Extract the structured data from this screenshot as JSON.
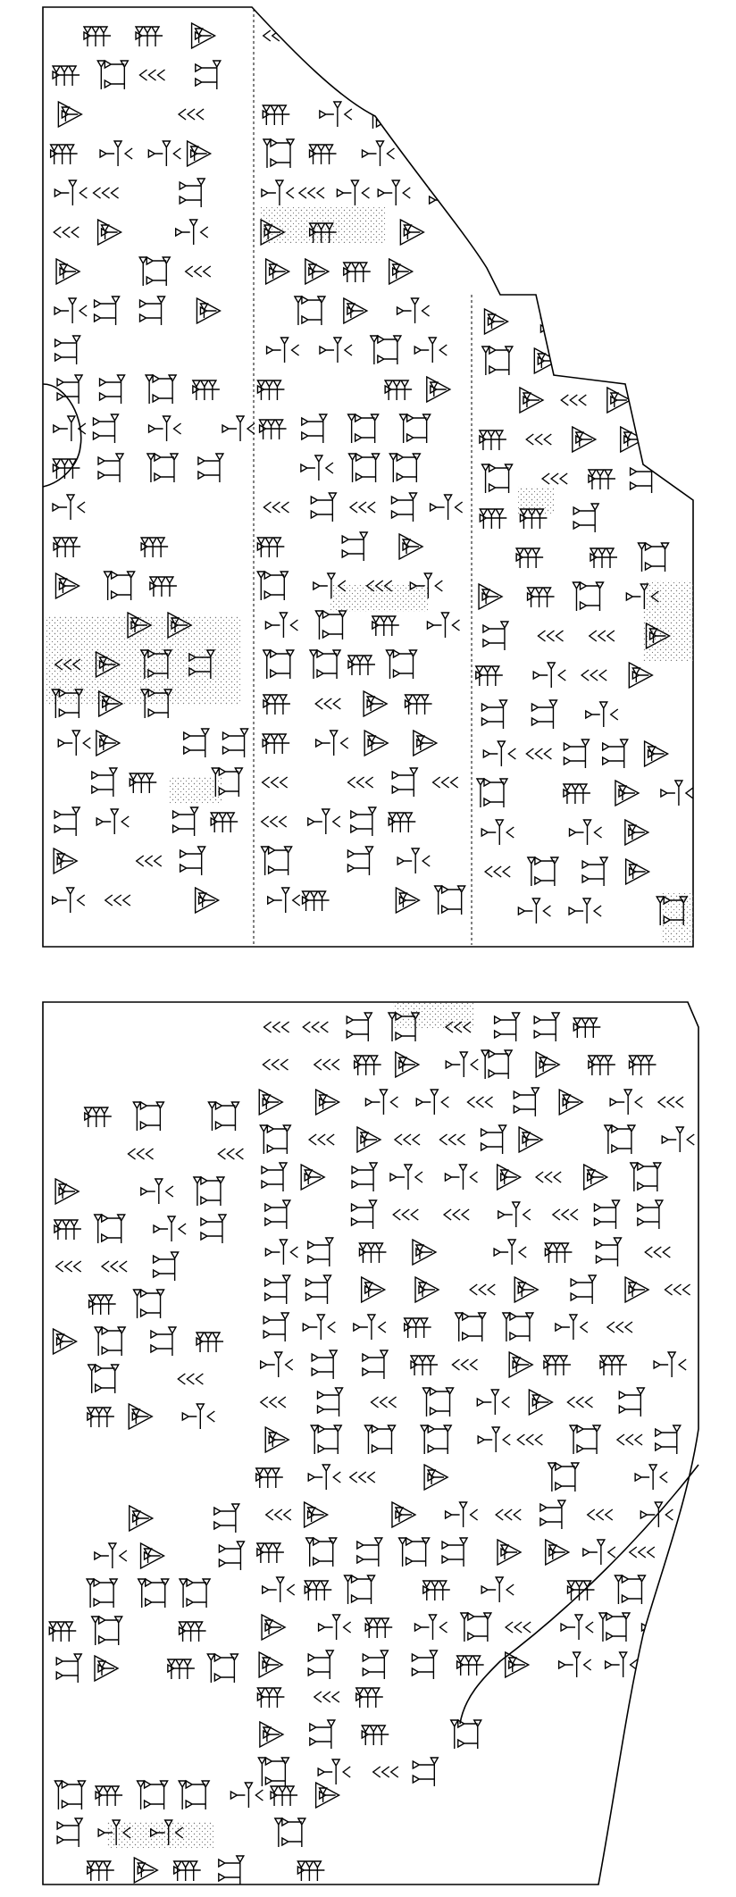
{
  "colors": {
    "ink": "#000000",
    "paper": "#ffffff",
    "stipple": "#777777"
  },
  "tablets": [
    {
      "face": "upper",
      "columns": 3
    },
    {
      "face": "lower",
      "columns": 1
    }
  ]
}
